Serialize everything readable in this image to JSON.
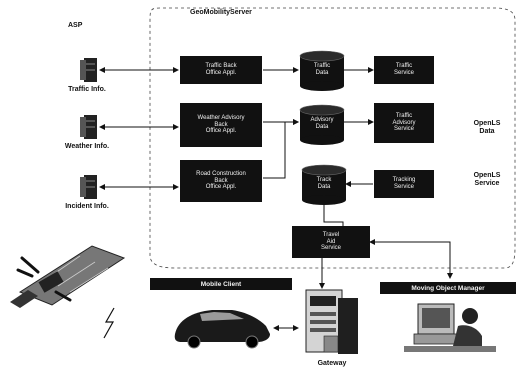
{
  "header": {
    "title": "GeoMobilityServer",
    "asp": "ASP"
  },
  "sources": [
    {
      "label": "Traffic Info."
    },
    {
      "label": "Weather Info."
    },
    {
      "label": "Incident Info."
    }
  ],
  "back_office_apps": [
    {
      "label": "Traffic Back\nOffice Appl."
    },
    {
      "label": "Weather Advisory\nBack\nOffice Appl."
    },
    {
      "label": "Road Construction\nBack\nOffice Appl."
    }
  ],
  "databases": [
    {
      "label": "Traffic\nData"
    },
    {
      "label": "Advisory\nData"
    },
    {
      "label": "Track\nData"
    }
  ],
  "services": [
    {
      "label": "Traffic\nService"
    },
    {
      "label": "Traffic\nAdvisory\nService"
    },
    {
      "label": "Tracking\nService"
    }
  ],
  "openls": {
    "data": "OpenLS\nData",
    "service": "OpenLS\nService"
  },
  "travel_aid": {
    "label": "Travel\nAid\nService"
  },
  "mobile_client": {
    "label": "Mobile Client"
  },
  "moving_object_manager": {
    "label": "Moving Object Manager"
  },
  "gateway": {
    "label": "Gateway"
  }
}
